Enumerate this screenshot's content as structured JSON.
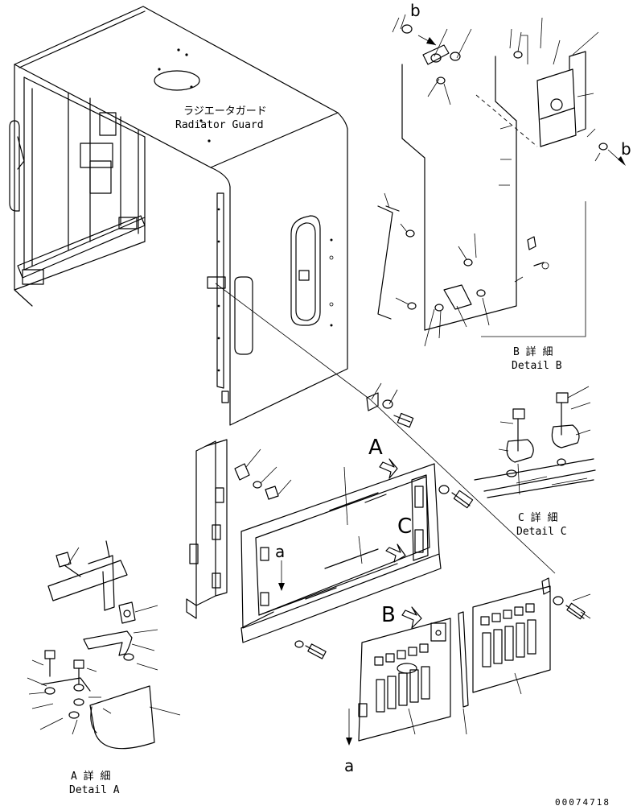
{
  "labels": {
    "radiator_guard_jp": "ラジエータガード",
    "radiator_guard_en": "Radiator Guard",
    "detail_b_jp": "B 詳 細",
    "detail_b_en": "Detail B",
    "detail_c_jp": "C 詳 細",
    "detail_c_en": "Detail C",
    "detail_a_jp": "A 詳 細",
    "detail_a_en": "Detail A",
    "ref_A": "A",
    "ref_B": "B",
    "ref_C": "C",
    "ref_a_top": "a",
    "ref_a_bottom": "a",
    "ref_b_top": "b",
    "ref_b_right": "b",
    "drawing_number": "00074718"
  }
}
